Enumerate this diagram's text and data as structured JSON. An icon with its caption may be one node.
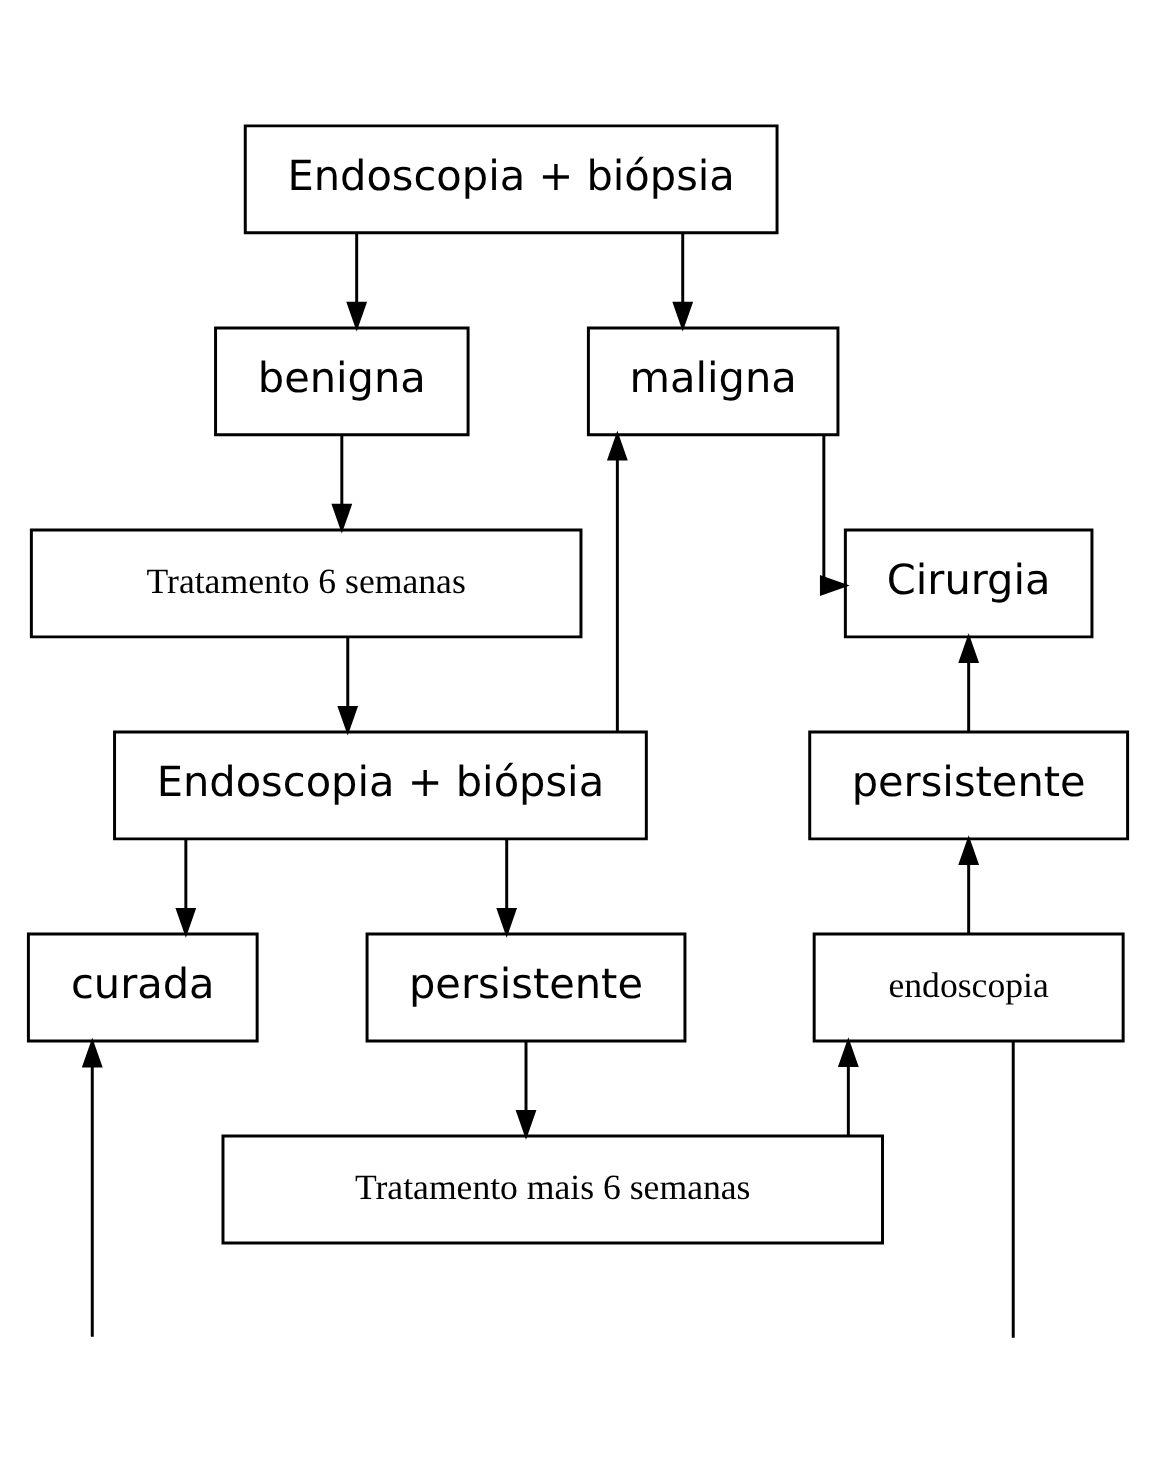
{
  "diagram": {
    "nodes": [
      {
        "text": [
          "Endoscopia + biópsia"
        ]
      },
      {
        "text": [
          "benigna"
        ]
      },
      {
        "text": [
          "maligna"
        ]
      },
      {
        "text": [
          "Tratamento 6 semanas"
        ]
      },
      {
        "text": [
          "Cirurgia"
        ]
      },
      {
        "text": [
          "Endoscopia + biópsia"
        ]
      },
      {
        "text": [
          "persistente"
        ]
      },
      {
        "text": [
          "curada"
        ]
      },
      {
        "text": [
          "persistente"
        ]
      },
      {
        "text": [
          "endoscopia"
        ]
      },
      {
        "text": [
          "Tratamento mais 6 semanas"
        ]
      }
    ],
    "edges": [
      {
        "from": 0,
        "to": 1,
        "arrow": "to"
      },
      {
        "from": 0,
        "to": 2,
        "arrow": "to"
      },
      {
        "from": 1,
        "to": 3,
        "arrow": "to"
      },
      {
        "from": 3,
        "to": 5,
        "arrow": "to"
      },
      {
        "from": 5,
        "to": 2,
        "arrow": "to"
      },
      {
        "from": 2,
        "to": 4,
        "arrow": "to"
      },
      {
        "from": 6,
        "to": 4,
        "arrow": "to"
      },
      {
        "from": 9,
        "to": 6,
        "arrow": "to"
      },
      {
        "from": 5,
        "to": 7,
        "arrow": "to"
      },
      {
        "from": 5,
        "to": 8,
        "arrow": "to"
      },
      {
        "from": 8,
        "to": 10,
        "arrow": "to"
      },
      {
        "from": 10,
        "to": 9,
        "arrow": "to"
      },
      {
        "from": null,
        "to": 7,
        "arrow": "to"
      },
      {
        "from": 9,
        "to": null,
        "arrow": "none"
      }
    ]
  }
}
